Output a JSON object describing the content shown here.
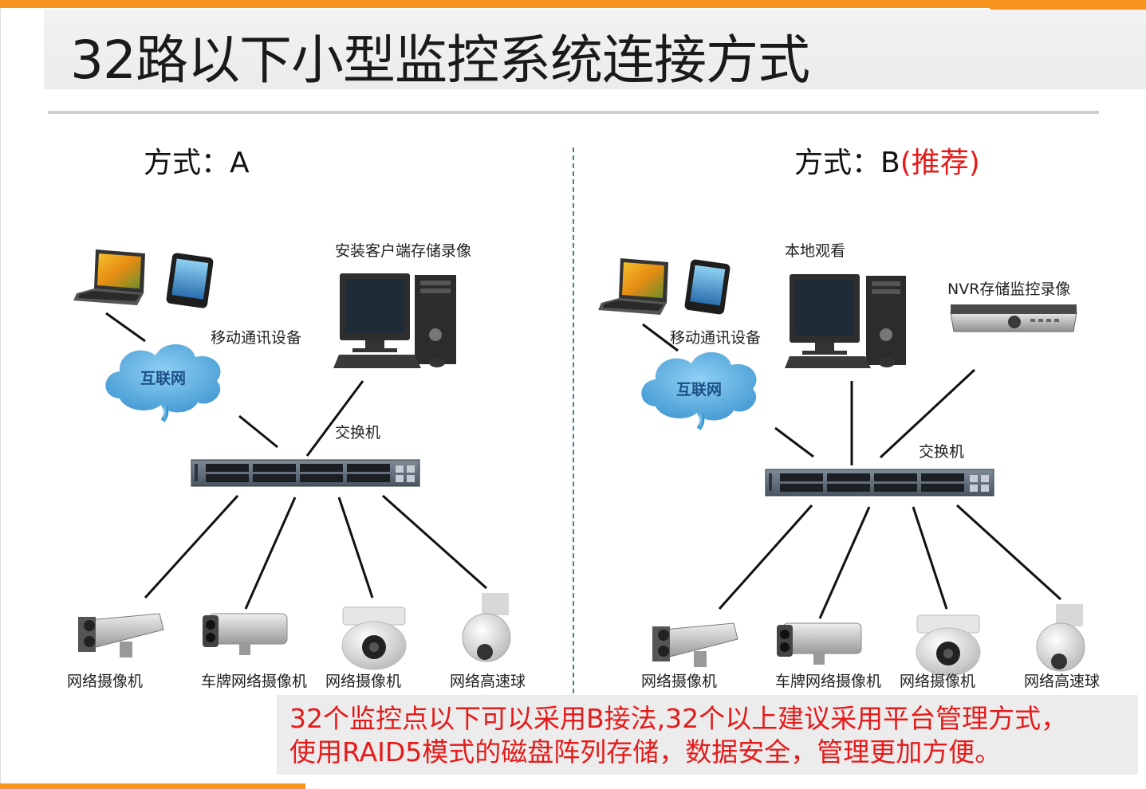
{
  "title": "32路以下小型监控系统连接方式",
  "colors": {
    "accent": "#f7941d",
    "emphasis": "#e51a1a",
    "cloud": "#5aaee0"
  },
  "method_a": {
    "label": "方式：A",
    "mobile_label": "移动通讯设备",
    "pc_label": "安装客户端存储录像",
    "internet_label": "互联网",
    "switch_label": "交换机",
    "cameras": [
      "网络摄像机",
      "车牌网络摄像机",
      "网络摄像机",
      "网络高速球"
    ]
  },
  "method_b": {
    "label_prefix": "方式：B",
    "label_recommend": "(推荐)",
    "mobile_label": "移动通讯设备",
    "pc_label": "本地观看",
    "nvr_label": "NVR存储监控录像",
    "internet_label": "互联网",
    "switch_label": "交换机",
    "cameras": [
      "网络摄像机",
      "车牌网络摄像机",
      "网络摄像机",
      "网络高速球"
    ]
  },
  "note": {
    "line1": "32个监控点以下可以采用B接法,32个以上建议采用平台管理方式，",
    "line2": "使用RAID5模式的磁盘阵列存储，数据安全，管理更加方便。"
  }
}
